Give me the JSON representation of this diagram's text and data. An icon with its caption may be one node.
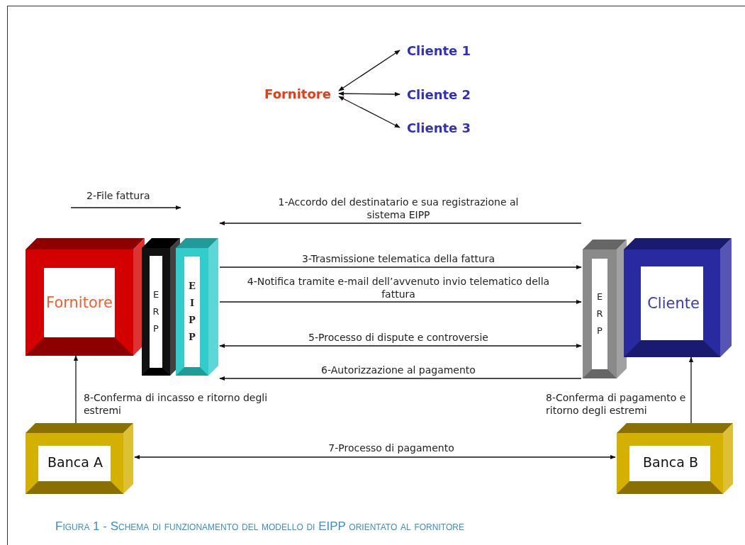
{
  "diagram": {
    "caption": "Figura 1 - Schema di funzionamento del modello di EIPP orientato al fornitore",
    "nodes": [
      {
        "text": [
          "Fornitore"
        ]
      },
      {
        "text": [
          "Cliente 1"
        ]
      },
      {
        "text": [
          "Cliente 2"
        ]
      },
      {
        "text": [
          "Cliente 3"
        ]
      },
      {
        "text": [
          "Fornitore"
        ]
      },
      {
        "text": [
          "ERP"
        ]
      },
      {
        "text": [
          "EIPP"
        ]
      },
      {
        "text": [
          "ERP"
        ]
      },
      {
        "text": [
          "Cliente"
        ]
      },
      {
        "text": [
          "Banca A"
        ]
      },
      {
        "text": [
          "Banca B"
        ]
      }
    ],
    "edges": [
      {
        "from": 0,
        "to": 1,
        "arrow": "both"
      },
      {
        "from": 0,
        "to": 2,
        "arrow": "both"
      },
      {
        "from": 0,
        "to": 3,
        "arrow": "both"
      },
      {
        "from": 7,
        "to": 6,
        "arrow": "to",
        "label": "1-Accordo del destinatario e sua registrazione al sistema  EIPP"
      },
      {
        "from": 4,
        "to": 6,
        "arrow": "to",
        "label": "2-File fattura"
      },
      {
        "from": 6,
        "to": 7,
        "arrow": "to",
        "label": "3-Trasmissione telematica della fattura"
      },
      {
        "from": 6,
        "to": 7,
        "arrow": "to",
        "label": "4-Notifica tramite e-mail dell’avvenuto invio telematico della fattura"
      },
      {
        "from": 6,
        "to": 7,
        "arrow": "both",
        "label": "5-Processo di dispute e controversie"
      },
      {
        "from": 7,
        "to": 6,
        "arrow": "to",
        "label": "6-Autorizzazione al pagamento"
      },
      {
        "from": 9,
        "to": 10,
        "arrow": "both",
        "label": "7-Processo di pagamento"
      },
      {
        "from": 9,
        "to": 4,
        "arrow": "to",
        "label": "8-Conferma di incasso e ritorno degli estremi"
      },
      {
        "from": 10,
        "to": 8,
        "arrow": "to",
        "label": "8-Conferma di pagamento e ritorno degli estremi"
      }
    ]
  }
}
